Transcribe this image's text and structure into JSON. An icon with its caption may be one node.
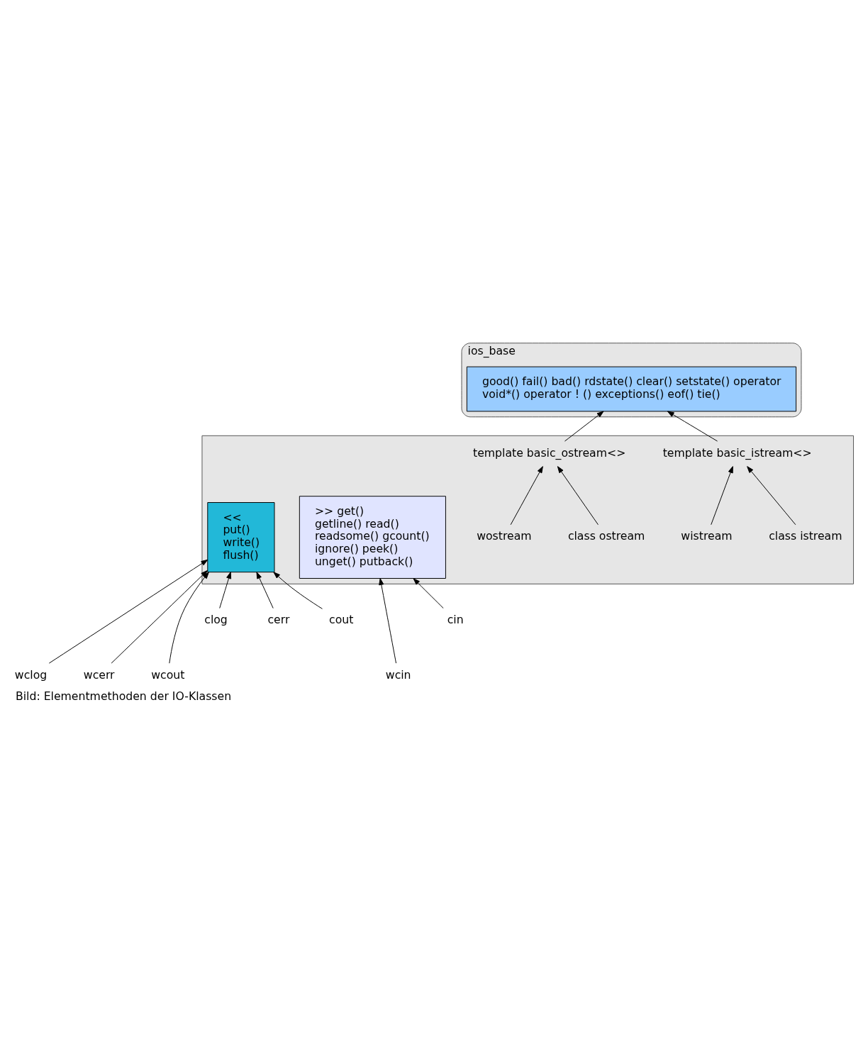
{
  "diagram": {
    "caption": "Bild: Elementmethoden der IO-Klassen",
    "nodes": [
      {
        "text": [
          "ios_base"
        ]
      },
      {
        "text": [
          "good() fail() bad() rdstate() clear() setstate() operator void*() operator ! () exceptions() eof() tie()"
        ],
        "in": 0
      },
      {
        "text": [],
        "shape": "box"
      },
      {
        "text": [
          "template basic_istream<>"
        ],
        "in": 2
      },
      {
        "text": [
          "template basic_ostream<>"
        ],
        "in": 2
      },
      {
        "text": [
          "class istream"
        ],
        "in": 2
      },
      {
        "text": [
          "wistream"
        ],
        "in": 2
      },
      {
        "text": [
          "class ostream"
        ],
        "in": 2
      },
      {
        "text": [
          "wostream"
        ],
        "in": 2
      },
      {
        "text": [
          ">> get()",
          "getline() read()",
          "readsome() gcount()",
          "ignore() peek()",
          "unget() putback()"
        ],
        "in": 2
      },
      {
        "text": [
          "<<",
          "put()",
          "write()",
          "flush()"
        ],
        "in": 2
      },
      {
        "text": [
          "cin"
        ]
      },
      {
        "text": [
          "wcin"
        ]
      },
      {
        "text": [
          "cout"
        ]
      },
      {
        "text": [
          "cerr"
        ]
      },
      {
        "text": [
          "clog"
        ]
      },
      {
        "text": [
          "wcout"
        ]
      },
      {
        "text": [
          "wcerr"
        ]
      },
      {
        "text": [
          "wclog"
        ]
      }
    ],
    "edges": [
      {
        "from": 3,
        "to": 1,
        "arrow": "to"
      },
      {
        "from": 4,
        "to": 1,
        "arrow": "to"
      },
      {
        "from": 5,
        "to": 3,
        "arrow": "to"
      },
      {
        "from": 6,
        "to": 3,
        "arrow": "to"
      },
      {
        "from": 7,
        "to": 4,
        "arrow": "to"
      },
      {
        "from": 8,
        "to": 4,
        "arrow": "to"
      },
      {
        "from": 11,
        "to": 9,
        "arrow": "to"
      },
      {
        "from": 12,
        "to": 9,
        "arrow": "to"
      },
      {
        "from": 13,
        "to": 10,
        "arrow": "to"
      },
      {
        "from": 16,
        "to": 10,
        "arrow": "to"
      },
      {
        "from": 14,
        "to": 10,
        "arrow": "to"
      },
      {
        "from": 17,
        "to": 10,
        "arrow": "to"
      },
      {
        "from": 18,
        "to": 10,
        "arrow": "to"
      },
      {
        "from": 15,
        "to": 10,
        "arrow": "to"
      }
    ]
  }
}
